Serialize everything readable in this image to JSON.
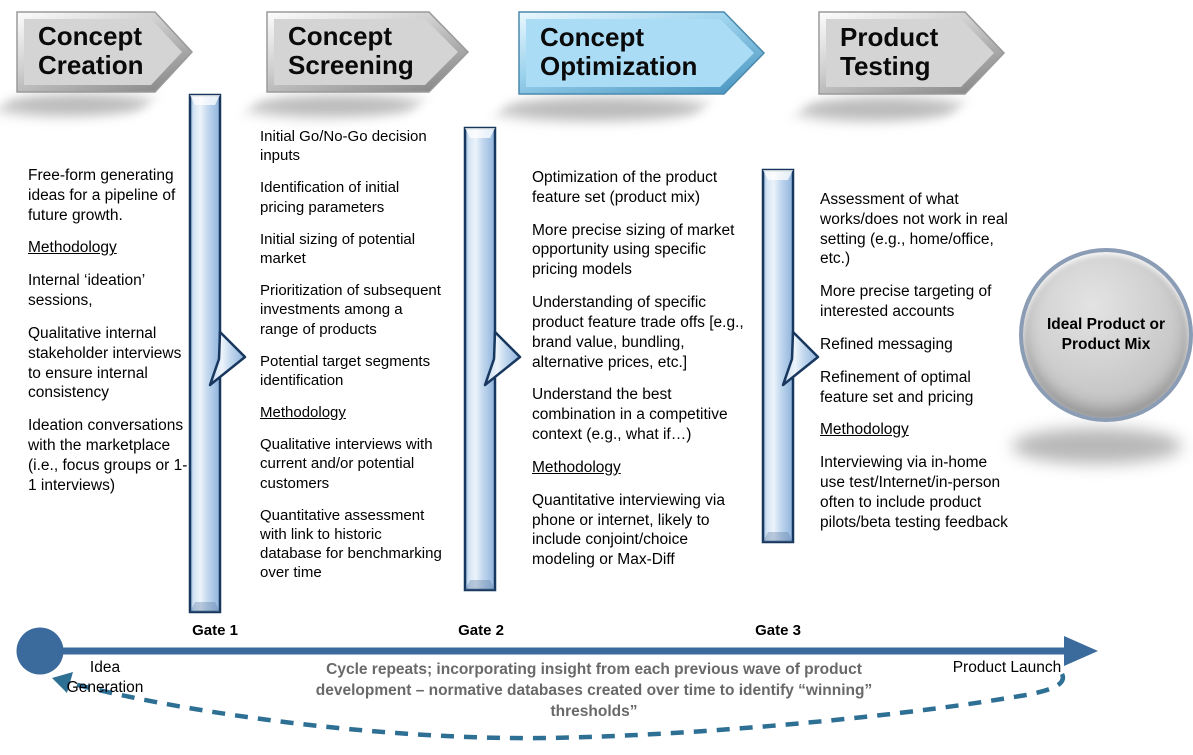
{
  "slide": {
    "phases": [
      {
        "title": "Concept Creation"
      },
      {
        "title": "Concept Screening"
      },
      {
        "title": "Concept Optimization"
      },
      {
        "title": "Product Testing"
      }
    ],
    "columns": [
      {
        "items_before": [
          "Free-form generating ideas for a pipeline of future growth."
        ],
        "methodology": "Methodology",
        "items_after": [
          "Internal ‘ideation’ sessions,",
          "Qualitative internal stakeholder interviews to ensure internal consistency",
          "Ideation conversations with the marketplace (i.e., focus groups or 1-1 interviews)"
        ]
      },
      {
        "items_before": [
          "Initial Go/No-Go decision inputs",
          "Identification of initial pricing parameters",
          "Initial sizing of potential market",
          "Prioritization of subsequent investments among a range of products",
          "Potential target segments identification"
        ],
        "methodology": "Methodology",
        "items_after": [
          "Qualitative interviews with current and/or potential customers",
          "Quantitative assessment with link to historic database for benchmarking over time"
        ]
      },
      {
        "items_before": [
          "Optimization of the product feature set (product mix)",
          "More precise sizing of market opportunity using specific pricing models",
          "Understanding of specific product feature trade offs [e.g., brand value, bundling, alternative prices, etc.]",
          "Understand the best combination in a competitive context (e.g., what if…)"
        ],
        "methodology": "Methodology",
        "items_after": [
          "Quantitative interviewing via phone or internet, likely to include conjoint/choice modeling or Max-Diff"
        ]
      },
      {
        "items_before": [
          "Assessment of what works/does not work in real setting (e.g., home/office, etc.)",
          "More precise targeting of interested accounts",
          "Refined messaging",
          "Refinement of optimal feature set and pricing"
        ],
        "methodology": "Methodology",
        "items_after": [
          "Interviewing via in-home use test/Internet/in-person often to include product pilots/beta testing feedback"
        ]
      }
    ],
    "gates": {
      "labels": [
        "Gate 1",
        "Gate 2",
        "Gate 3"
      ]
    },
    "timeline": {
      "start": "Idea Generation",
      "end": "Product Launch"
    },
    "cycle_note": "Cycle repeats; incorporating insight from each previous wave of product development – normative databases created over time to identify “winning” thresholds”",
    "result": {
      "label": "Ideal Product or Product Mix"
    },
    "colors": {
      "timeline_blue": "#3a6b9c",
      "dashed_teal": "#2e6f94",
      "gate_border": "#17375e",
      "gate_fill": "#b8d2ea",
      "header_blue": "#aadcf5",
      "header_gray": "#d4d4d4",
      "note_gray": "#696969"
    }
  }
}
